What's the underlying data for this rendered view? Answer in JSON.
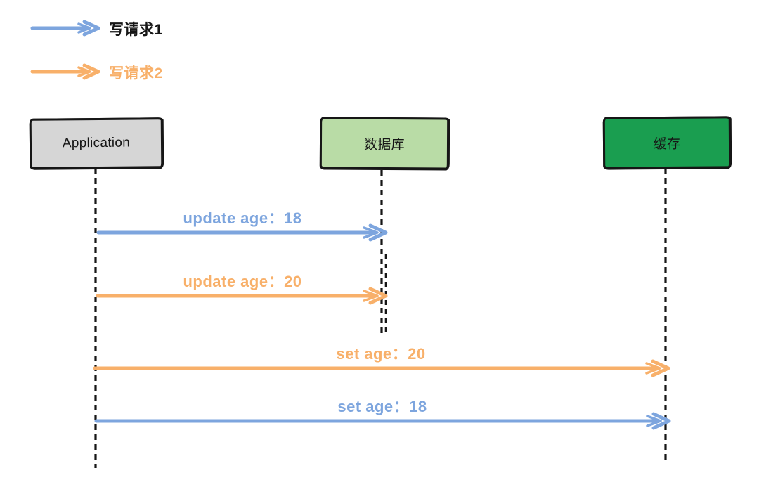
{
  "colors": {
    "blue": "#7da5de",
    "orange": "#f8b06a",
    "ink": "#161616"
  },
  "legend": {
    "items": [
      {
        "label": "写请求1",
        "color_key": "blue",
        "text_color": "#161616"
      },
      {
        "label": "写请求2",
        "color_key": "orange",
        "text_color": "#f8b06a"
      }
    ]
  },
  "actors": [
    {
      "label": "Application",
      "fill": "#d6d6d6",
      "text_color": "#161616"
    },
    {
      "label": "数据库",
      "fill": "#b9dca6",
      "text_color": "#161616"
    },
    {
      "label": "缓存",
      "fill": "#1a9e50",
      "text_color": "#161616"
    }
  ],
  "messages": [
    {
      "label": "update age：18",
      "from": "Application",
      "to": "数据库",
      "color_key": "blue"
    },
    {
      "label": "update age：20",
      "from": "Application",
      "to": "数据库",
      "color_key": "orange"
    },
    {
      "label": "set age：20",
      "from": "Application",
      "to": "缓存",
      "color_key": "orange"
    },
    {
      "label": "set age：18",
      "from": "Application",
      "to": "缓存",
      "color_key": "blue"
    }
  ]
}
